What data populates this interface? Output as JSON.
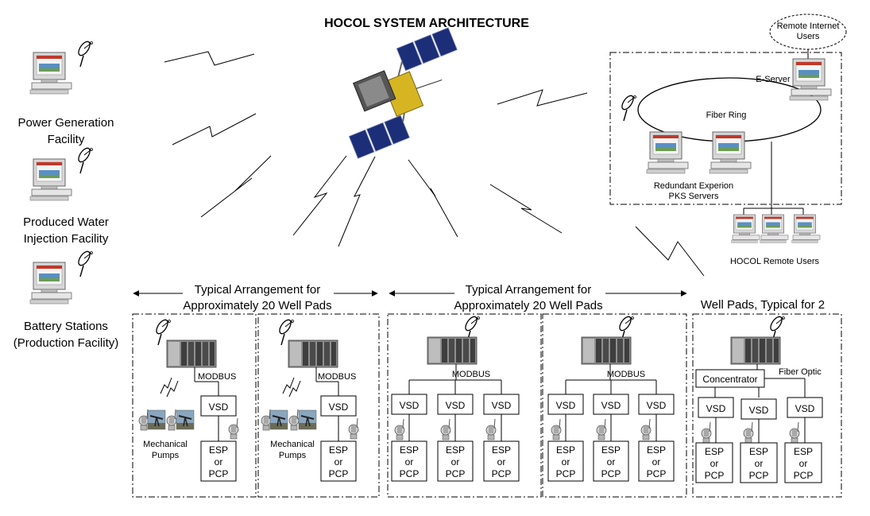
{
  "title": "HOCOL SYSTEM ARCHITECTURE",
  "facilities": [
    {
      "line1": "Power Generation",
      "line2": "Facility"
    },
    {
      "line1": "Produced Water",
      "line2": "Injection Facility"
    },
    {
      "line1": "Battery Stations",
      "line2": "(Production Facility)"
    }
  ],
  "control_center": {
    "remote_internet": {
      "line1": "Remote Internet",
      "line2": "Users"
    },
    "e_server": "E-Server",
    "fiber_ring": "Fiber Ring",
    "servers": {
      "line1": "Redundant Experion",
      "line2": "PKS Servers"
    },
    "remote_users": "HOCOL Remote Users"
  },
  "arrangements": [
    {
      "line1": "Typical Arrangement for",
      "line2": "Approximately 20 Well Pads"
    },
    {
      "line1": "Typical Arrangement for",
      "line2": "Approximately 20 Well Pads"
    }
  ],
  "well_pads_typical": "Well Pads, Typical for 2",
  "labels": {
    "modbus": "MODBUS",
    "vsd": "VSD",
    "esp": "ESP",
    "or": "or",
    "pcp": "PCP",
    "mech1": "Mechanical",
    "mech2": "Pumps",
    "concentrator": "Concentrator",
    "fiber_optic": "Fiber Optic"
  }
}
